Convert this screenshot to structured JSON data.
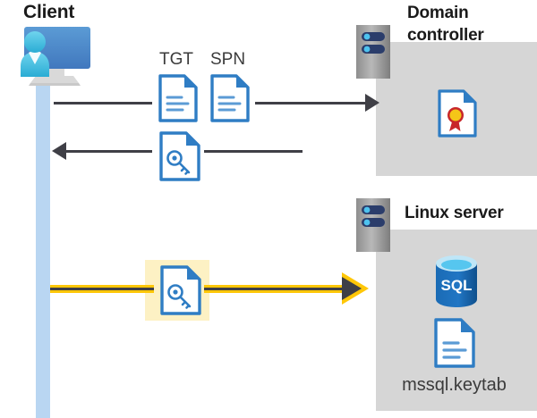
{
  "diagram": {
    "title": "Kerberos authentication flow between client, domain controller and Linux server",
    "type": "sequence-diagram"
  },
  "actors": {
    "client": {
      "label": "Client",
      "icon": "desktop-user-icon"
    },
    "domain_controller": {
      "label": "Domain controller",
      "icon": "server-rack-icon",
      "contents": [
        {
          "name": "certificate-document",
          "icon": "certificate-icon"
        }
      ]
    },
    "linux_server": {
      "label": "Linux server",
      "icon": "server-rack-icon",
      "contents": [
        {
          "name": "sql-database",
          "icon": "sql-database-icon",
          "label": "SQL"
        },
        {
          "name": "keytab-file",
          "icon": "document-icon",
          "label": "mssql.keytab"
        }
      ]
    }
  },
  "flows": [
    {
      "id": "request",
      "direction": "right",
      "from": "client",
      "to": "domain_controller",
      "style": "dark",
      "artifacts": [
        {
          "label": "TGT",
          "icon": "document-icon"
        },
        {
          "label": "SPN",
          "icon": "document-icon"
        }
      ]
    },
    {
      "id": "response",
      "direction": "left",
      "from": "domain_controller",
      "to": "client",
      "style": "dark",
      "artifacts": [
        {
          "label": "",
          "icon": "key-document-icon"
        }
      ]
    },
    {
      "id": "service-ticket",
      "direction": "right",
      "from": "client",
      "to": "linux_server",
      "style": "highlighted-yellow",
      "artifacts": [
        {
          "label": "",
          "icon": "key-document-icon"
        }
      ]
    }
  ],
  "labels": {
    "client": "Client",
    "domain_controller_line1": "Domain",
    "domain_controller_line2": "controller",
    "linux_server": "Linux server",
    "tgt": "TGT",
    "spn": "SPN",
    "keytab": "mssql.keytab",
    "sql": "SQL"
  },
  "colors": {
    "panel_gray": "#d6d6d6",
    "rack_gray": "#9e9e9e",
    "rack_led": "#2b3d6b",
    "lifeline_blue": "#b9d6f2",
    "doc_blue": "#2f7dc4",
    "accent_yellow": "#ffc708",
    "highlight_yellow": "#fdf1c4",
    "line_dark": "#3f3f46",
    "sql_blue": "#1a6bb5",
    "cert_red": "#c8262a",
    "cert_gold": "#f5c518",
    "text_dark": "#1a1a1a",
    "text_gray": "#3b3b3b"
  }
}
